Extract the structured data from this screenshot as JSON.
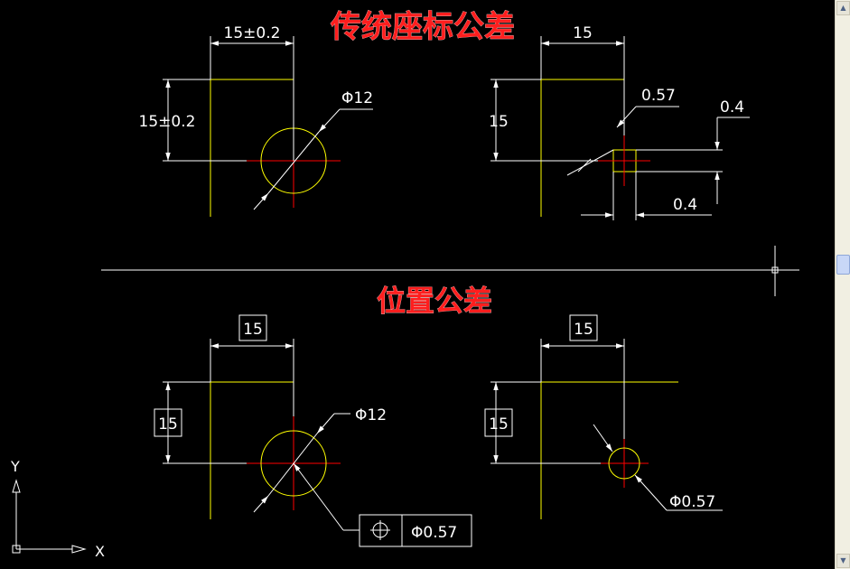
{
  "titles": {
    "traditional": "传统座标公差",
    "position": "位置公差"
  },
  "top_left": {
    "dim_h": "15±0.2",
    "dim_v": "15±0.2",
    "diameter": "Φ12"
  },
  "top_right": {
    "dim_h": "15",
    "dim_v": "15",
    "diag": "0.57",
    "tol_v": "0.4",
    "tol_h": "0.4"
  },
  "bottom_left": {
    "box_h": "15",
    "box_v": "15",
    "diameter": "Φ12",
    "fcf_symbol": "⌖",
    "fcf_value": "Φ0.57"
  },
  "bottom_right": {
    "box_h": "15",
    "box_v": "15",
    "diameter": "Φ0.57"
  },
  "ucs": {
    "x": "X",
    "y": "Y"
  },
  "colors": {
    "background": "#000000",
    "title": "#ff1e1e",
    "geometry": "#ffff00",
    "center_line": "#ff0000",
    "dimension": "#ffffff"
  }
}
